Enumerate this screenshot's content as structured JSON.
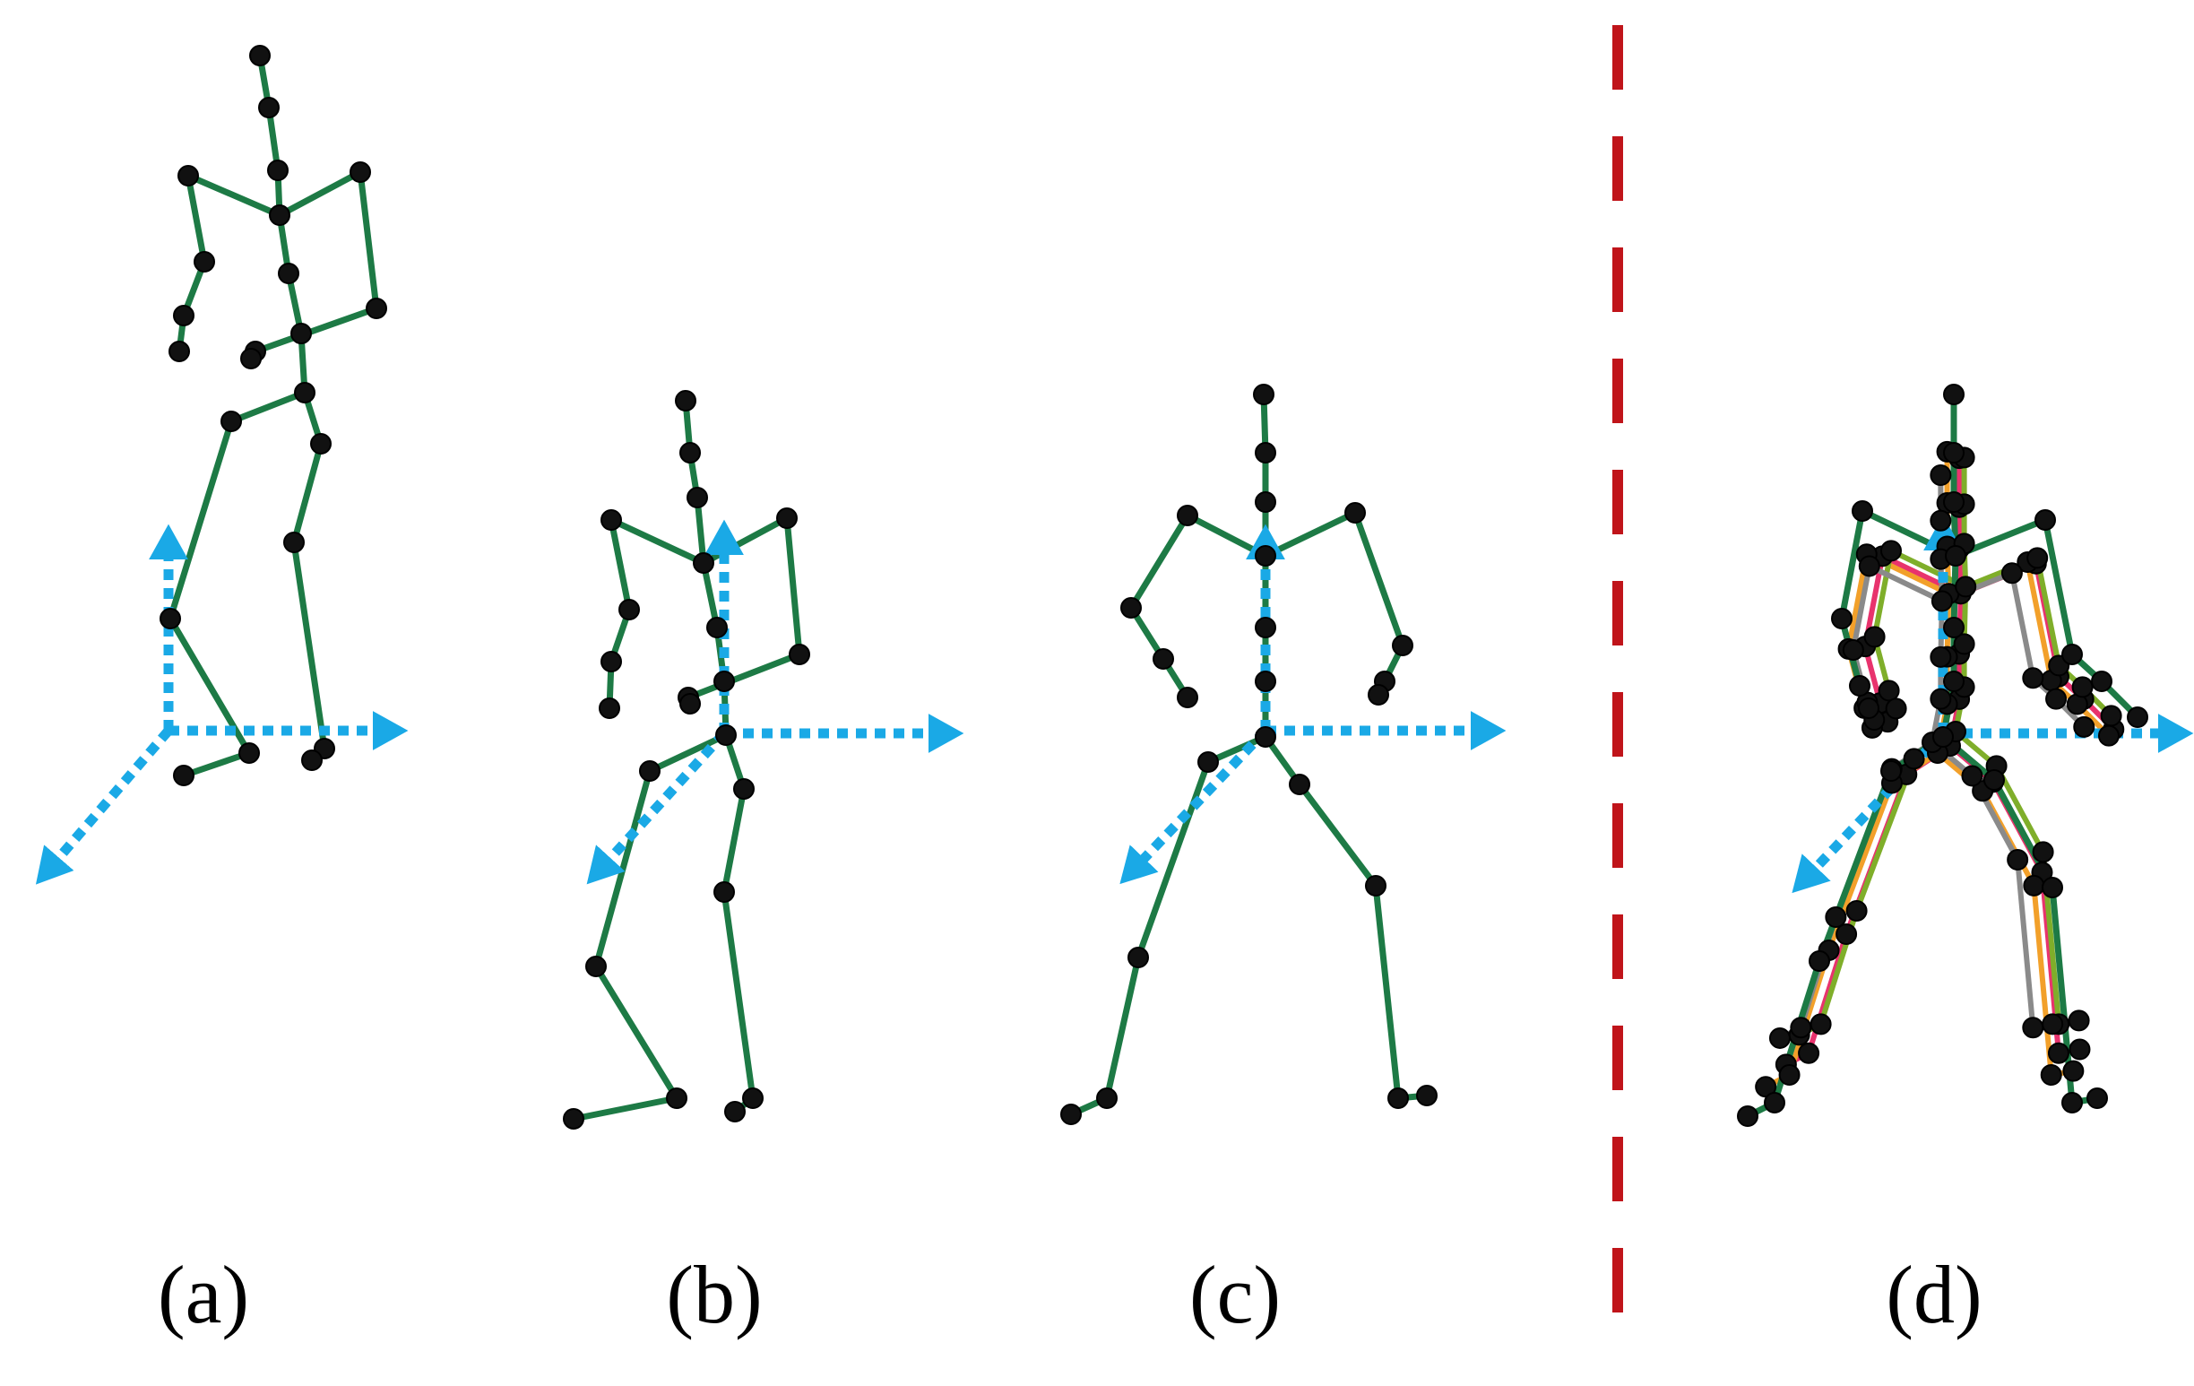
{
  "labels": {
    "a": "(a)",
    "b": "(b)",
    "c": "(c)",
    "d": "(d)"
  },
  "colors": {
    "skeleton": "#1d7a45",
    "joint": "#111111",
    "axis": "#1aa9e6",
    "separator": "#c0141a",
    "overlay_red": "#e8336d",
    "overlay_orange": "#f2a02a",
    "overlay_olive": "#7fae2a",
    "overlay_gray": "#8a8a8a"
  },
  "icons": {
    "axis_arrow": "triangle-arrowhead-icon",
    "joint": "filled-circle-icon",
    "separator": "dashed-vertical-line"
  }
}
